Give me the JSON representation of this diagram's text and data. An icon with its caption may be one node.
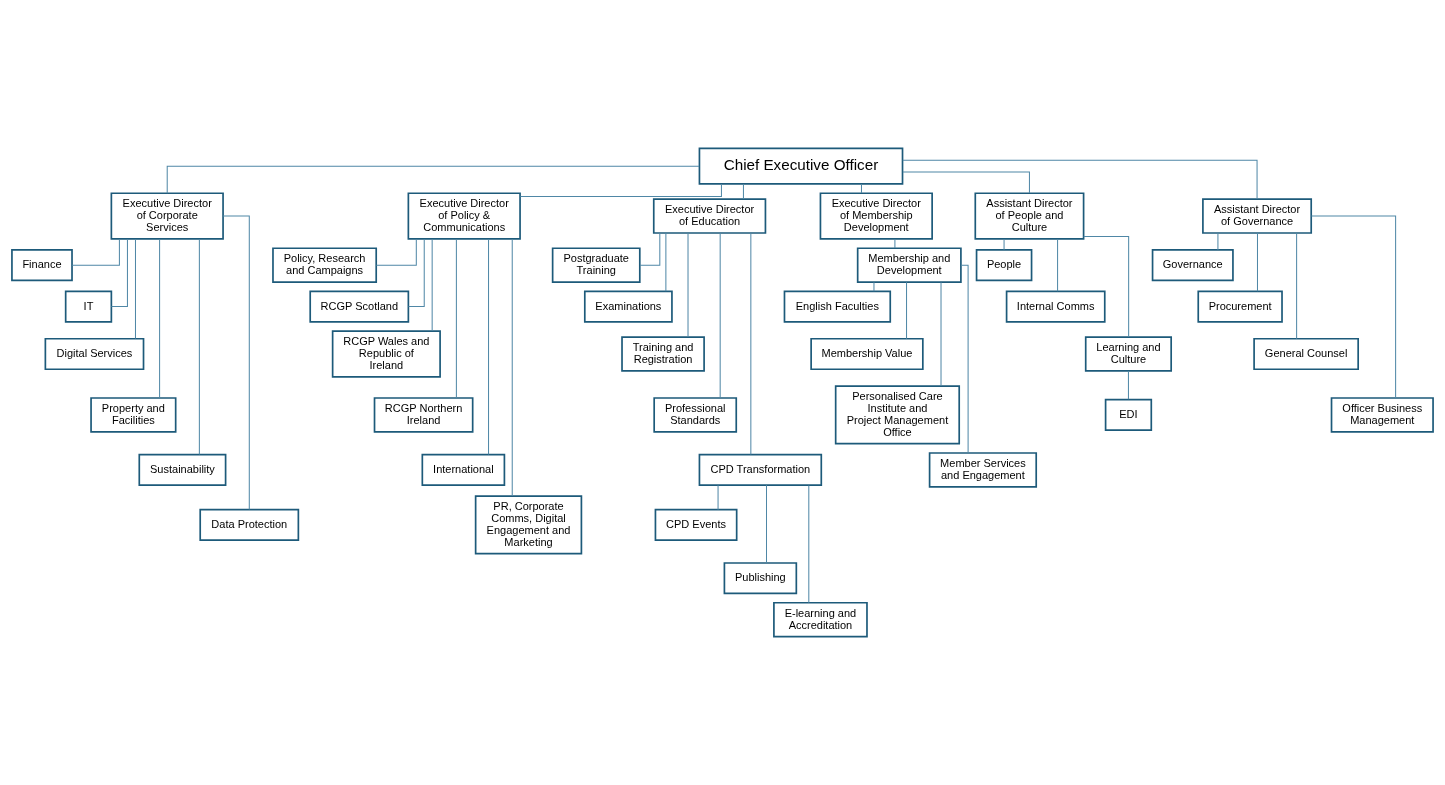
{
  "diagram": {
    "nodes": [
      {
        "text": [
          "Chief Executive Officer"
        ]
      },
      {
        "text": [
          "Executive Director of Corporate Services"
        ]
      },
      {
        "text": [
          "Executive Director of Policy & Communications"
        ]
      },
      {
        "text": [
          "Executive Director of Education"
        ]
      },
      {
        "text": [
          "Executive Director of Membership Development"
        ]
      },
      {
        "text": [
          "Assistant Director of People and Culture"
        ]
      },
      {
        "text": [
          "Assistant Director of Governance"
        ]
      },
      {
        "text": [
          "Finance"
        ]
      },
      {
        "text": [
          "IT"
        ]
      },
      {
        "text": [
          "Digital Services"
        ]
      },
      {
        "text": [
          "Property and Facilities"
        ]
      },
      {
        "text": [
          "Sustainability"
        ]
      },
      {
        "text": [
          "Data Protection"
        ]
      },
      {
        "text": [
          "Policy, Research and Campaigns"
        ]
      },
      {
        "text": [
          "RCGP Scotland"
        ]
      },
      {
        "text": [
          "RCGP Wales and Republic of Ireland"
        ]
      },
      {
        "text": [
          "RCGP Northern Ireland"
        ]
      },
      {
        "text": [
          "International"
        ]
      },
      {
        "text": [
          "PR, Corporate Comms, Digital Engagement and Marketing"
        ]
      },
      {
        "text": [
          "Postgraduate Training"
        ]
      },
      {
        "text": [
          "Examinations"
        ]
      },
      {
        "text": [
          "Training and Registration"
        ]
      },
      {
        "text": [
          "Professional Standards"
        ]
      },
      {
        "text": [
          "CPD Transformation"
        ]
      },
      {
        "text": [
          "CPD Events"
        ]
      },
      {
        "text": [
          "Publishing"
        ]
      },
      {
        "text": [
          "E-learning and Accreditation"
        ]
      },
      {
        "text": [
          "Membership and Development"
        ]
      },
      {
        "text": [
          "English Faculties"
        ]
      },
      {
        "text": [
          "Membership Value"
        ]
      },
      {
        "text": [
          "Personalised Care Institute and Project Management Office"
        ]
      },
      {
        "text": [
          "Member Services and Engagement"
        ]
      },
      {
        "text": [
          "People"
        ]
      },
      {
        "text": [
          "Internal Comms"
        ]
      },
      {
        "text": [
          "Learning and Culture"
        ]
      },
      {
        "text": [
          "EDI"
        ]
      },
      {
        "text": [
          "Governance"
        ]
      },
      {
        "text": [
          "Procurement"
        ]
      },
      {
        "text": [
          "General Counsel"
        ]
      },
      {
        "text": [
          "Officer Business Management"
        ]
      }
    ],
    "edges": [
      {
        "from": 0,
        "to": 1,
        "arrow": "none"
      },
      {
        "from": 0,
        "to": 2,
        "arrow": "none"
      },
      {
        "from": 0,
        "to": 3,
        "arrow": "none"
      },
      {
        "from": 0,
        "to": 4,
        "arrow": "none"
      },
      {
        "from": 0,
        "to": 5,
        "arrow": "none"
      },
      {
        "from": 0,
        "to": 6,
        "arrow": "none"
      },
      {
        "from": 1,
        "to": 7,
        "arrow": "none"
      },
      {
        "from": 1,
        "to": 8,
        "arrow": "none"
      },
      {
        "from": 1,
        "to": 9,
        "arrow": "none"
      },
      {
        "from": 1,
        "to": 10,
        "arrow": "none"
      },
      {
        "from": 1,
        "to": 11,
        "arrow": "none"
      },
      {
        "from": 1,
        "to": 12,
        "arrow": "none"
      },
      {
        "from": 2,
        "to": 13,
        "arrow": "none"
      },
      {
        "from": 2,
        "to": 14,
        "arrow": "none"
      },
      {
        "from": 2,
        "to": 15,
        "arrow": "none"
      },
      {
        "from": 2,
        "to": 16,
        "arrow": "none"
      },
      {
        "from": 2,
        "to": 17,
        "arrow": "none"
      },
      {
        "from": 2,
        "to": 18,
        "arrow": "none"
      },
      {
        "from": 3,
        "to": 19,
        "arrow": "none"
      },
      {
        "from": 3,
        "to": 20,
        "arrow": "none"
      },
      {
        "from": 3,
        "to": 21,
        "arrow": "none"
      },
      {
        "from": 3,
        "to": 22,
        "arrow": "none"
      },
      {
        "from": 3,
        "to": 23,
        "arrow": "none"
      },
      {
        "from": 23,
        "to": 24,
        "arrow": "none"
      },
      {
        "from": 23,
        "to": 25,
        "arrow": "none"
      },
      {
        "from": 23,
        "to": 26,
        "arrow": "none"
      },
      {
        "from": 4,
        "to": 27,
        "arrow": "none"
      },
      {
        "from": 27,
        "to": 28,
        "arrow": "none"
      },
      {
        "from": 27,
        "to": 29,
        "arrow": "none"
      },
      {
        "from": 27,
        "to": 30,
        "arrow": "none"
      },
      {
        "from": 27,
        "to": 31,
        "arrow": "none"
      },
      {
        "from": 5,
        "to": 32,
        "arrow": "none"
      },
      {
        "from": 5,
        "to": 33,
        "arrow": "none"
      },
      {
        "from": 5,
        "to": 34,
        "arrow": "none"
      },
      {
        "from": 34,
        "to": 35,
        "arrow": "none"
      },
      {
        "from": 6,
        "to": 36,
        "arrow": "none"
      },
      {
        "from": 6,
        "to": 37,
        "arrow": "none"
      },
      {
        "from": 6,
        "to": 38,
        "arrow": "none"
      },
      {
        "from": 6,
        "to": 39,
        "arrow": "none"
      }
    ]
  }
}
